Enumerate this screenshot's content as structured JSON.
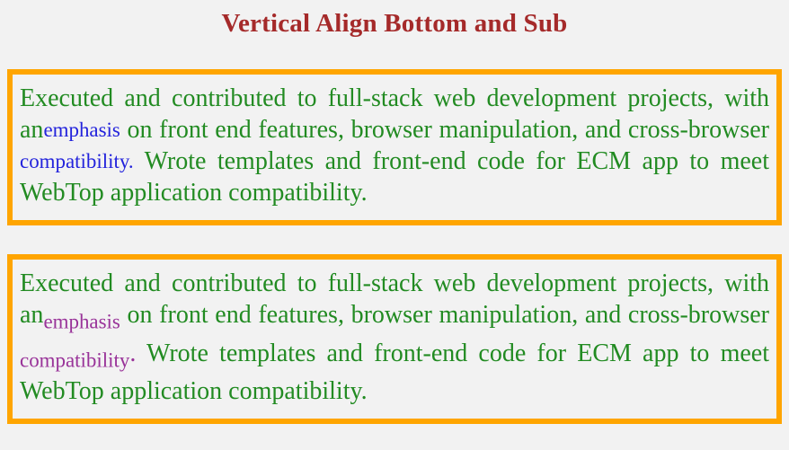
{
  "page": {
    "title": "Vertical Align Bottom and Sub"
  },
  "colors": {
    "bg": "#F2F2F2",
    "title": "#A52A2A",
    "text": "#228B22",
    "hl-bottom": "#2323DC",
    "hl-sub": "#993399",
    "box-border": "#FFA500"
  },
  "paragraph_bottom": {
    "valign_style": "bottom",
    "segments": {
      "s0": "Executed and contributed to full-stack web development projects, with an",
      "s1": "emphasis",
      "s2": " on front end features, browser manipulation, and cross-browser ",
      "s3": "compatibility.",
      "s4": " Wrote templates and front-end code for ECM app to meet WebTop application compatibility."
    }
  },
  "paragraph_sub": {
    "valign_style": "sub",
    "segments": {
      "s0": "Executed and contributed to full-stack web development projects, with an",
      "s1": "emphasis",
      "s2": " on front end features, browser manipulation, and cross-browser ",
      "s3": "compatibility",
      "s4": ".",
      "s5": " Wrote templates and front-end code for ECM app to meet WebTop application compatibility."
    }
  }
}
